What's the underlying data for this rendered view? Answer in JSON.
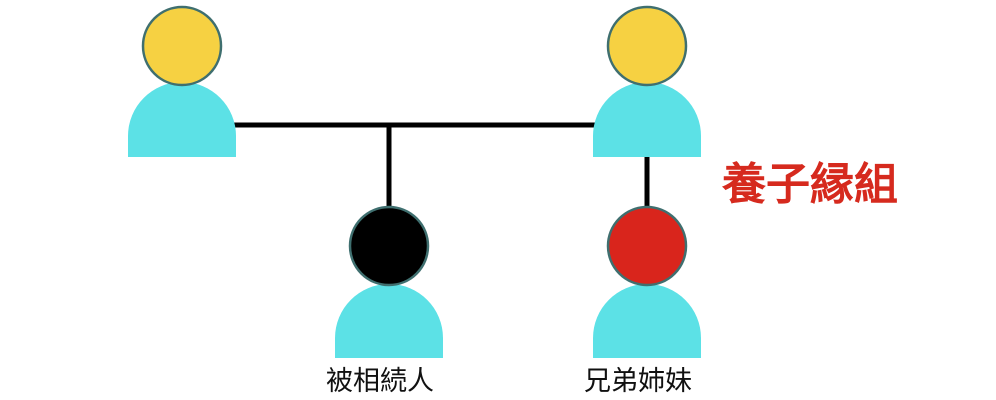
{
  "labels": {
    "decedent": "被相続人",
    "siblings": "兄弟姉妹"
  },
  "annotation": "養子縁組",
  "colors": {
    "head_parent": "#f6d142",
    "head_decedent": "#000000",
    "head_sibling": "#d9251c",
    "body": "#5ce1e6",
    "outline": "#3f6f6f",
    "line": "#000000",
    "annotation": "#d62a1e"
  }
}
